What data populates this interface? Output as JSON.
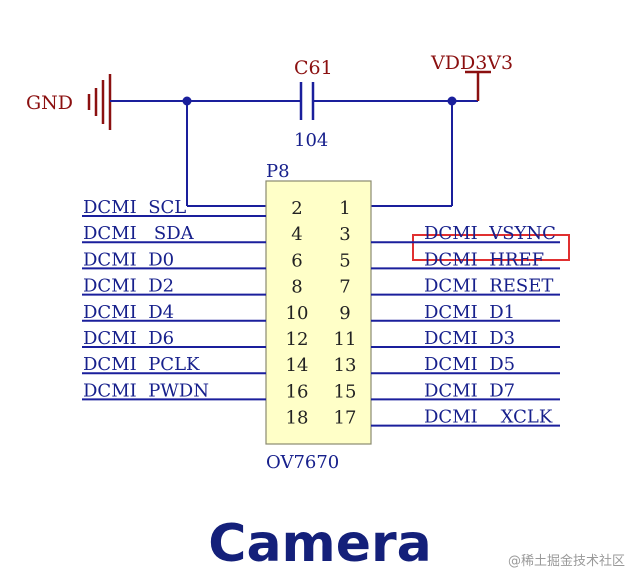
{
  "caption": "Camera",
  "watermark": "@稀土掘金技术社区",
  "power": {
    "gnd": "GND",
    "vdd": "VDD3V3"
  },
  "capacitor": {
    "ref": "C61",
    "value": "104"
  },
  "connector": {
    "ref": "P8",
    "part": "OV7670",
    "rows": [
      {
        "left_net": "DCMI  SCL",
        "left_pin": "2",
        "right_pin": "1",
        "right_net": ""
      },
      {
        "left_net": "DCMI   SDA",
        "left_pin": "4",
        "right_pin": "3",
        "right_net": "DCMI  VSYNC"
      },
      {
        "left_net": "DCMI  D0",
        "left_pin": "6",
        "right_pin": "5",
        "right_net": "DCMI  HREF"
      },
      {
        "left_net": "DCMI  D2",
        "left_pin": "8",
        "right_pin": "7",
        "right_net": "DCMI  RESET"
      },
      {
        "left_net": "DCMI  D4",
        "left_pin": "10",
        "right_pin": "9",
        "right_net": "DCMI  D1"
      },
      {
        "left_net": "DCMI  D6",
        "left_pin": "12",
        "right_pin": "11",
        "right_net": "DCMI  D3"
      },
      {
        "left_net": "DCMI  PCLK",
        "left_pin": "14",
        "right_pin": "13",
        "right_net": "DCMI  D5"
      },
      {
        "left_net": "DCMI  PWDN",
        "left_pin": "16",
        "right_pin": "15",
        "right_net": "DCMI  D7"
      },
      {
        "left_net": "",
        "left_pin": "18",
        "right_pin": "17",
        "right_net": "DCMI    XCLK"
      }
    ],
    "highlighted_net": "DCMI  HREF"
  },
  "colors": {
    "wire": "#1a1f9c",
    "power_label": "#8b1010",
    "body_fill": "#ffffc8",
    "highlight": "#e03030"
  }
}
